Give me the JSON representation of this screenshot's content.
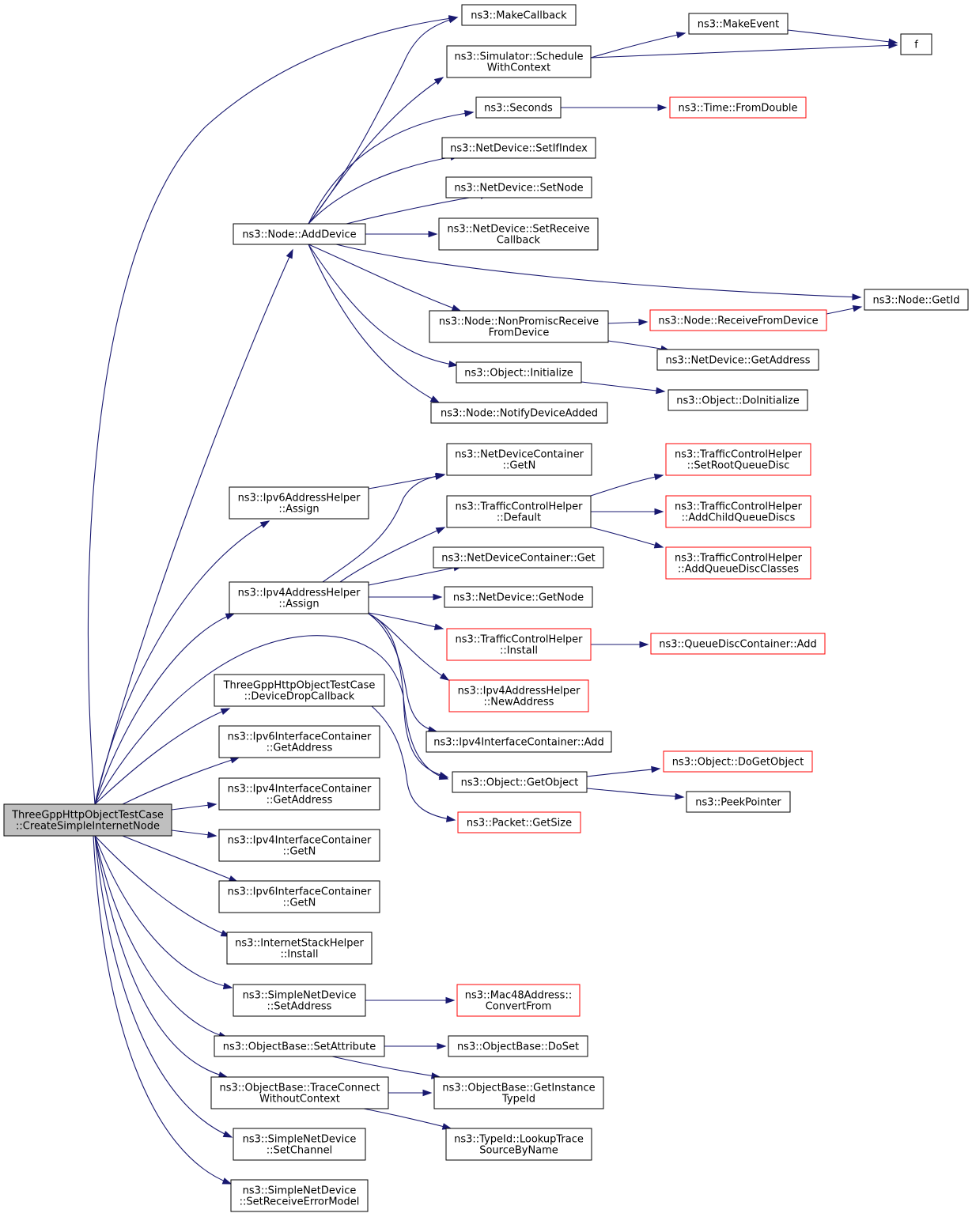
{
  "colors": {
    "edge": "#191970",
    "node_border": "#000000",
    "node_border_incomplete": "#ff0000",
    "root_fill": "#bfbfbf",
    "background": "#ffffff"
  },
  "nodes": [
    {
      "id": "root",
      "lines": [
        "ThreeGppHttpObjectTestCase",
        "::CreateSimpleInternetNode"
      ],
      "style": "root"
    },
    {
      "id": "makecallback",
      "lines": [
        "ns3::MakeCallback"
      ],
      "style": "normal"
    },
    {
      "id": "schedctx",
      "lines": [
        "ns3::Simulator::Schedule",
        "WithContext"
      ],
      "style": "normal"
    },
    {
      "id": "makeevent",
      "lines": [
        "ns3::MakeEvent"
      ],
      "style": "normal"
    },
    {
      "id": "f",
      "lines": [
        "f"
      ],
      "style": "normal"
    },
    {
      "id": "seconds",
      "lines": [
        "ns3::Seconds"
      ],
      "style": "normal"
    },
    {
      "id": "fromdouble",
      "lines": [
        "ns3::Time::FromDouble"
      ],
      "style": "red"
    },
    {
      "id": "setifindex",
      "lines": [
        "ns3::NetDevice::SetIfIndex"
      ],
      "style": "normal"
    },
    {
      "id": "setnode",
      "lines": [
        "ns3::NetDevice::SetNode"
      ],
      "style": "normal"
    },
    {
      "id": "setreceivecb",
      "lines": [
        "ns3::NetDevice::SetReceive",
        "Callback"
      ],
      "style": "normal"
    },
    {
      "id": "adddevice",
      "lines": [
        "ns3::Node::AddDevice"
      ],
      "style": "normal"
    },
    {
      "id": "getid",
      "lines": [
        "ns3::Node::GetId"
      ],
      "style": "normal"
    },
    {
      "id": "nonpromisc",
      "lines": [
        "ns3::Node::NonPromiscReceive",
        "FromDevice"
      ],
      "style": "normal"
    },
    {
      "id": "receivefromdevice",
      "lines": [
        "ns3::Node::ReceiveFromDevice"
      ],
      "style": "red"
    },
    {
      "id": "getaddress",
      "lines": [
        "ns3::NetDevice::GetAddress"
      ],
      "style": "normal"
    },
    {
      "id": "initialize",
      "lines": [
        "ns3::Object::Initialize"
      ],
      "style": "normal"
    },
    {
      "id": "doinitialize",
      "lines": [
        "ns3::Object::DoInitialize"
      ],
      "style": "normal"
    },
    {
      "id": "notifydeviceadded",
      "lines": [
        "ns3::Node::NotifyDeviceAdded"
      ],
      "style": "normal"
    },
    {
      "id": "ndcgetn",
      "lines": [
        "ns3::NetDeviceContainer",
        "::GetN"
      ],
      "style": "normal"
    },
    {
      "id": "setrootqd",
      "lines": [
        "ns3::TrafficControlHelper",
        "::SetRootQueueDisc"
      ],
      "style": "red"
    },
    {
      "id": "ipv6assign",
      "lines": [
        "ns3::Ipv6AddressHelper",
        "::Assign"
      ],
      "style": "normal"
    },
    {
      "id": "tchdefault",
      "lines": [
        "ns3::TrafficControlHelper",
        "::Default"
      ],
      "style": "normal"
    },
    {
      "id": "addchildqd",
      "lines": [
        "ns3::TrafficControlHelper",
        "::AddChildQueueDiscs"
      ],
      "style": "red"
    },
    {
      "id": "addqdclasses",
      "lines": [
        "ns3::TrafficControlHelper",
        "::AddQueueDiscClasses"
      ],
      "style": "red"
    },
    {
      "id": "ndcget",
      "lines": [
        "ns3::NetDeviceContainer::Get"
      ],
      "style": "normal"
    },
    {
      "id": "ipv4assign",
      "lines": [
        "ns3::Ipv4AddressHelper",
        "::Assign"
      ],
      "style": "normal"
    },
    {
      "id": "ndgetnode",
      "lines": [
        "ns3::NetDevice::GetNode"
      ],
      "style": "normal"
    },
    {
      "id": "tchinstall",
      "lines": [
        "ns3::TrafficControlHelper",
        "::Install"
      ],
      "style": "red"
    },
    {
      "id": "qdcadd",
      "lines": [
        "ns3::QueueDiscContainer::Add"
      ],
      "style": "red"
    },
    {
      "id": "newaddress",
      "lines": [
        "ns3::Ipv4AddressHelper",
        "::NewAddress"
      ],
      "style": "red"
    },
    {
      "id": "devdropcb",
      "lines": [
        "ThreeGppHttpObjectTestCase",
        "::DeviceDropCallback"
      ],
      "style": "normal"
    },
    {
      "id": "ipv4icadd",
      "lines": [
        "ns3::Ipv4InterfaceContainer::Add"
      ],
      "style": "normal"
    },
    {
      "id": "ipv6icgetaddr",
      "lines": [
        "ns3::Ipv6InterfaceContainer",
        "::GetAddress"
      ],
      "style": "normal"
    },
    {
      "id": "dogetobject",
      "lines": [
        "ns3::Object::DoGetObject"
      ],
      "style": "red"
    },
    {
      "id": "getobject",
      "lines": [
        "ns3::Object::GetObject"
      ],
      "style": "normal"
    },
    {
      "id": "ipv4icgetaddr",
      "lines": [
        "ns3::Ipv4InterfaceContainer",
        "::GetAddress"
      ],
      "style": "normal"
    },
    {
      "id": "peekpointer",
      "lines": [
        "ns3::PeekPointer"
      ],
      "style": "normal"
    },
    {
      "id": "packetgetsize",
      "lines": [
        "ns3::Packet::GetSize"
      ],
      "style": "red"
    },
    {
      "id": "ipv4icgetn",
      "lines": [
        "ns3::Ipv4InterfaceContainer",
        "::GetN"
      ],
      "style": "normal"
    },
    {
      "id": "ipv6icgetn",
      "lines": [
        "ns3::Ipv6InterfaceContainer",
        "::GetN"
      ],
      "style": "normal"
    },
    {
      "id": "ishinstall",
      "lines": [
        "ns3::InternetStackHelper",
        "::Install"
      ],
      "style": "normal"
    },
    {
      "id": "sndsetaddress",
      "lines": [
        "ns3::SimpleNetDevice",
        "::SetAddress"
      ],
      "style": "normal"
    },
    {
      "id": "convertfrom",
      "lines": [
        "ns3::Mac48Address::",
        "ConvertFrom"
      ],
      "style": "red"
    },
    {
      "id": "setattribute",
      "lines": [
        "ns3::ObjectBase::SetAttribute"
      ],
      "style": "normal"
    },
    {
      "id": "doset",
      "lines": [
        "ns3::ObjectBase::DoSet"
      ],
      "style": "normal"
    },
    {
      "id": "getinstancetypeid",
      "lines": [
        "ns3::ObjectBase::GetInstance",
        "TypeId"
      ],
      "style": "normal"
    },
    {
      "id": "traceconnect",
      "lines": [
        "ns3::ObjectBase::TraceConnect",
        "WithoutContext"
      ],
      "style": "normal"
    },
    {
      "id": "lookuptrace",
      "lines": [
        "ns3::TypeId::LookupTrace",
        "SourceByName"
      ],
      "style": "normal"
    },
    {
      "id": "sndsetchannel",
      "lines": [
        "ns3::SimpleNetDevice",
        "::SetChannel"
      ],
      "style": "normal"
    },
    {
      "id": "sndsetrecverr",
      "lines": [
        "ns3::SimpleNetDevice",
        "::SetReceiveErrorModel"
      ],
      "style": "normal"
    }
  ],
  "edges": [
    {
      "from": "root",
      "to": "makecallback"
    },
    {
      "from": "root",
      "to": "adddevice"
    },
    {
      "from": "root",
      "to": "ipv6assign"
    },
    {
      "from": "root",
      "to": "ipv4assign"
    },
    {
      "from": "root",
      "to": "getobject"
    },
    {
      "from": "root",
      "to": "devdropcb"
    },
    {
      "from": "root",
      "to": "ipv6icgetaddr"
    },
    {
      "from": "root",
      "to": "ipv4icgetaddr"
    },
    {
      "from": "root",
      "to": "ipv4icgetn"
    },
    {
      "from": "root",
      "to": "ipv6icgetn"
    },
    {
      "from": "root",
      "to": "ishinstall"
    },
    {
      "from": "root",
      "to": "sndsetaddress"
    },
    {
      "from": "root",
      "to": "setattribute"
    },
    {
      "from": "root",
      "to": "traceconnect"
    },
    {
      "from": "root",
      "to": "sndsetchannel"
    },
    {
      "from": "root",
      "to": "sndsetrecverr"
    },
    {
      "from": "adddevice",
      "to": "makecallback"
    },
    {
      "from": "adddevice",
      "to": "schedctx"
    },
    {
      "from": "adddevice",
      "to": "seconds"
    },
    {
      "from": "adddevice",
      "to": "setifindex"
    },
    {
      "from": "adddevice",
      "to": "setnode"
    },
    {
      "from": "adddevice",
      "to": "setreceivecb"
    },
    {
      "from": "adddevice",
      "to": "getid"
    },
    {
      "from": "adddevice",
      "to": "nonpromisc"
    },
    {
      "from": "adddevice",
      "to": "initialize"
    },
    {
      "from": "adddevice",
      "to": "notifydeviceadded"
    },
    {
      "from": "schedctx",
      "to": "makeevent"
    },
    {
      "from": "schedctx",
      "to": "f"
    },
    {
      "from": "makeevent",
      "to": "f"
    },
    {
      "from": "seconds",
      "to": "fromdouble"
    },
    {
      "from": "nonpromisc",
      "to": "receivefromdevice"
    },
    {
      "from": "nonpromisc",
      "to": "getaddress"
    },
    {
      "from": "receivefromdevice",
      "to": "getid"
    },
    {
      "from": "initialize",
      "to": "doinitialize"
    },
    {
      "from": "ipv6assign",
      "to": "ndcgetn"
    },
    {
      "from": "ipv4assign",
      "to": "ndcgetn"
    },
    {
      "from": "ipv4assign",
      "to": "tchdefault"
    },
    {
      "from": "ipv4assign",
      "to": "ndcget"
    },
    {
      "from": "ipv4assign",
      "to": "ndgetnode"
    },
    {
      "from": "ipv4assign",
      "to": "tchinstall"
    },
    {
      "from": "ipv4assign",
      "to": "newaddress"
    },
    {
      "from": "ipv4assign",
      "to": "ipv4icadd"
    },
    {
      "from": "ipv4assign",
      "to": "getobject"
    },
    {
      "from": "tchdefault",
      "to": "setrootqd"
    },
    {
      "from": "tchdefault",
      "to": "addchildqd"
    },
    {
      "from": "tchdefault",
      "to": "addqdclasses"
    },
    {
      "from": "tchinstall",
      "to": "qdcadd"
    },
    {
      "from": "devdropcb",
      "to": "packetgetsize"
    },
    {
      "from": "getobject",
      "to": "dogetobject"
    },
    {
      "from": "getobject",
      "to": "peekpointer"
    },
    {
      "from": "sndsetaddress",
      "to": "convertfrom"
    },
    {
      "from": "setattribute",
      "to": "doset"
    },
    {
      "from": "setattribute",
      "to": "getinstancetypeid"
    },
    {
      "from": "traceconnect",
      "to": "getinstancetypeid"
    },
    {
      "from": "traceconnect",
      "to": "lookuptrace"
    }
  ]
}
